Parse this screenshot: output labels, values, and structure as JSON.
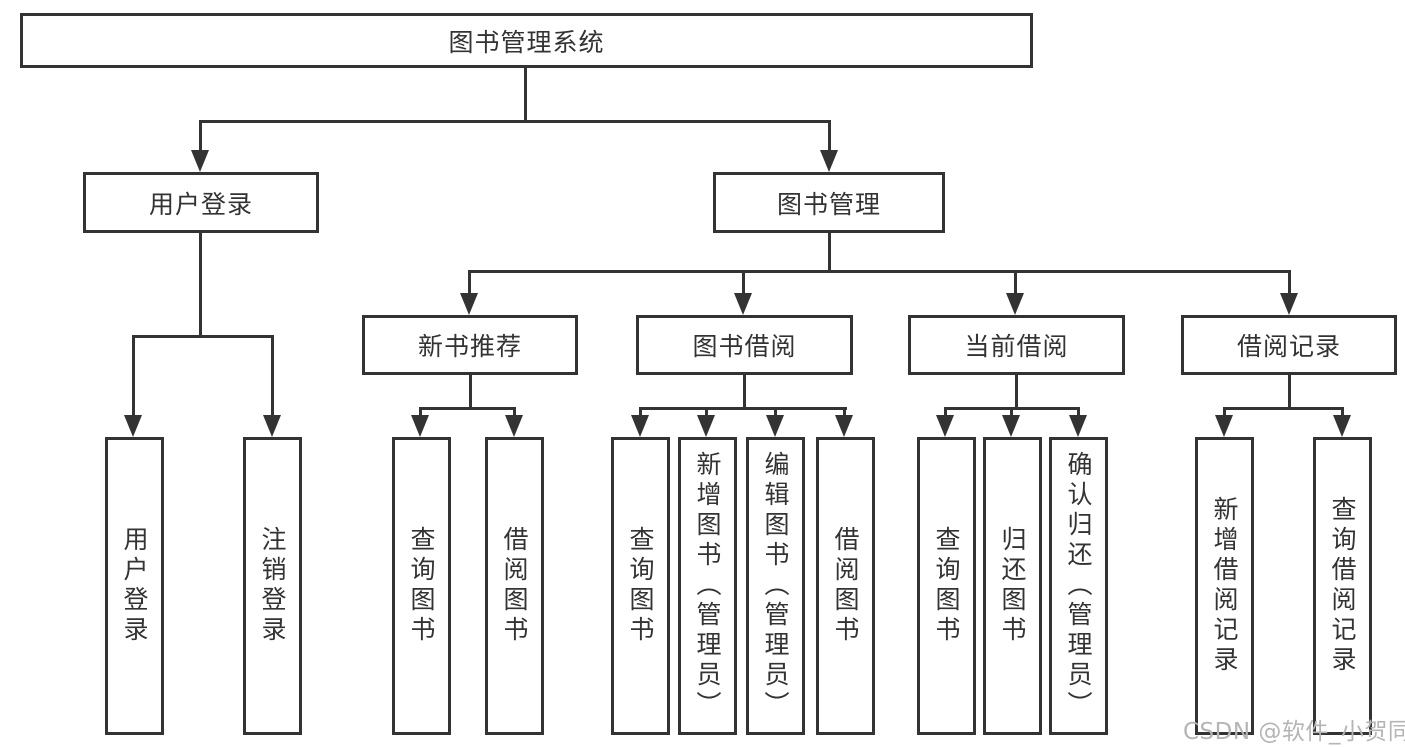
{
  "diagram": {
    "title_node": "图书管理系统",
    "root": {
      "label": "图书管理系统"
    },
    "level2": [
      {
        "label": "用户登录"
      },
      {
        "label": "图书管理"
      }
    ],
    "level3": [
      {
        "label": "新书推荐",
        "parent": "图书管理"
      },
      {
        "label": "图书借阅",
        "parent": "图书管理"
      },
      {
        "label": "当前借阅",
        "parent": "图书管理"
      },
      {
        "label": "借阅记录",
        "parent": "图书管理"
      }
    ],
    "leaves": [
      {
        "label": "用户登录",
        "parent": "用户登录"
      },
      {
        "label": "注销登录",
        "parent": "用户登录"
      },
      {
        "label": "查询图书",
        "parent": "新书推荐"
      },
      {
        "label": "借阅图书",
        "parent": "新书推荐"
      },
      {
        "label": "查询图书",
        "parent": "图书借阅"
      },
      {
        "label": "新增图书（管理员）",
        "parent": "图书借阅"
      },
      {
        "label": "编辑图书（管理员）",
        "parent": "图书借阅"
      },
      {
        "label": "借阅图书",
        "parent": "图书借阅"
      },
      {
        "label": "查询图书",
        "parent": "当前借阅"
      },
      {
        "label": "归还图书",
        "parent": "当前借阅"
      },
      {
        "label": "确认归还（管理员）",
        "parent": "当前借阅"
      },
      {
        "label": "新增借阅记录",
        "parent": "借阅记录"
      },
      {
        "label": "查询借阅记录",
        "parent": "借阅记录"
      }
    ]
  },
  "watermark": {
    "text": "CSDN @软件_小贺同学"
  },
  "colors": {
    "line": "#333333",
    "text": "#333333",
    "box_background": "#ffffff",
    "page_background": "#ffffff",
    "watermark": "#b5b5b5"
  }
}
